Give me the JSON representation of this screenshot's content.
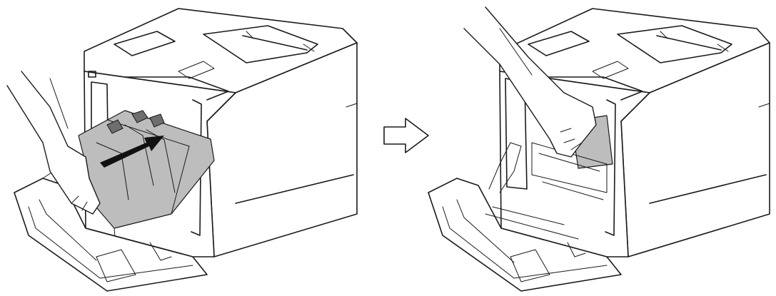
{
  "figure": {
    "left_panel": "printer-front-cover-open-drum-unit-inserted",
    "right_panel": "printer-front-cover-open-drum-unit-pushed-in",
    "step_indicator": "outline-arrow-right"
  },
  "colors": {
    "line": "#1a1a1a",
    "drum_fill": "#bdbdbd",
    "background": "#ffffff"
  }
}
